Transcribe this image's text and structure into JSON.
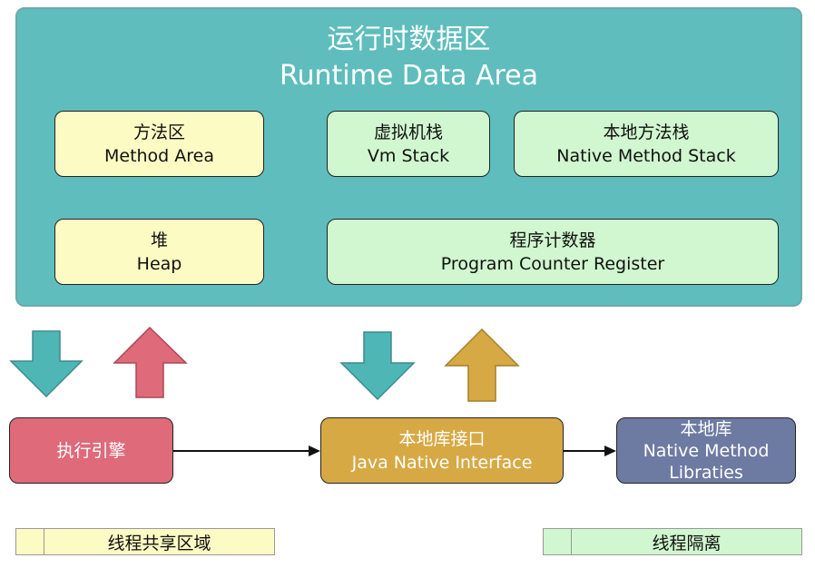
{
  "runtime_area": {
    "title_cn": "运行时数据区",
    "title_en": "Runtime Data Area"
  },
  "boxes": {
    "method_area": {
      "cn": "方法区",
      "en": "Method Area"
    },
    "vm_stack": {
      "cn": "虚拟机栈",
      "en": "Vm Stack"
    },
    "native_method_stack": {
      "cn": "本地方法栈",
      "en": "Native Method Stack"
    },
    "heap": {
      "cn": "堆",
      "en": "Heap"
    },
    "pc_register": {
      "cn": "程序计数器",
      "en": "Program Counter Register"
    },
    "execution_engine": {
      "cn": "执行引擎"
    },
    "native_interface": {
      "cn": "本地库接口",
      "en": "Java Native Interface"
    },
    "native_libraries": {
      "cn": "本地库",
      "en_line1": "Native Method",
      "en_line2": "Libraties"
    }
  },
  "legend": {
    "shared": "线程共享区域",
    "isolated": "线程隔离"
  },
  "colors": {
    "runtime_bg": "#5fbdbd",
    "shared_yellow": "#fdfbc4",
    "isolated_green": "#d0f7cf",
    "engine_pink": "#df6a7a",
    "interface_gold": "#d7a944",
    "libraries_slate": "#6d7aa2",
    "arrow_teal": "#4fb6b6"
  }
}
